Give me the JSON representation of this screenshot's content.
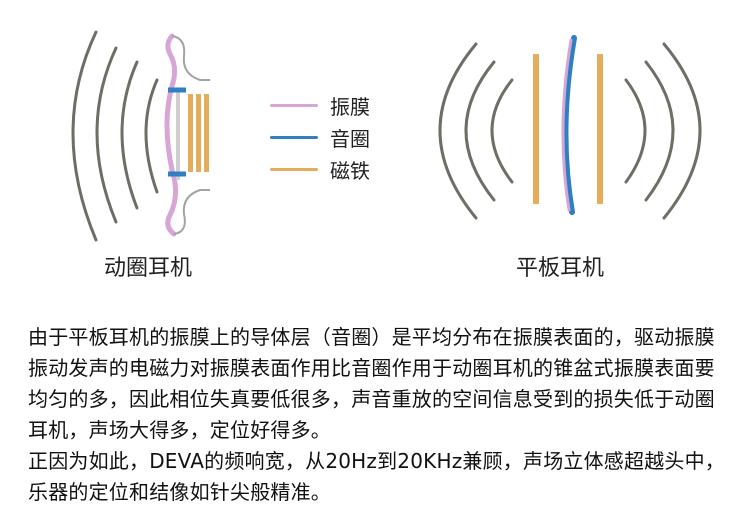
{
  "diagram": {
    "left_caption": "动圈耳机",
    "right_caption": "平板耳机",
    "legend": {
      "items": [
        {
          "label": "振膜",
          "color": "#d8a6d6"
        },
        {
          "label": "音圈",
          "color": "#2f7fc2"
        },
        {
          "label": "磁铁",
          "color": "#e4ad5b"
        }
      ]
    },
    "colors": {
      "waves": "#6e6e64",
      "diaphragm": "#d8a6d6",
      "voice_coil": "#2f7fc2",
      "magnet": "#e4ad5b"
    }
  },
  "text": {
    "paragraph_1": "由于平板耳机的振膜上的导体层（音圈）是平均分布在振膜表面的，驱动振膜振动发声的电磁力对振膜表面作用比音圈作用于动圈耳机的锥盆式振膜表面要均匀的多，因此相位失真要低很多，声音重放的空间信息受到的损失低于动圈耳机，声场大得多，定位好得多。",
    "paragraph_2": "正因为如此，DEVA的频响宽，从20Hz到20KHz兼顾，声场立体感超越头中，乐器的定位和结像如针尖般精准。"
  }
}
